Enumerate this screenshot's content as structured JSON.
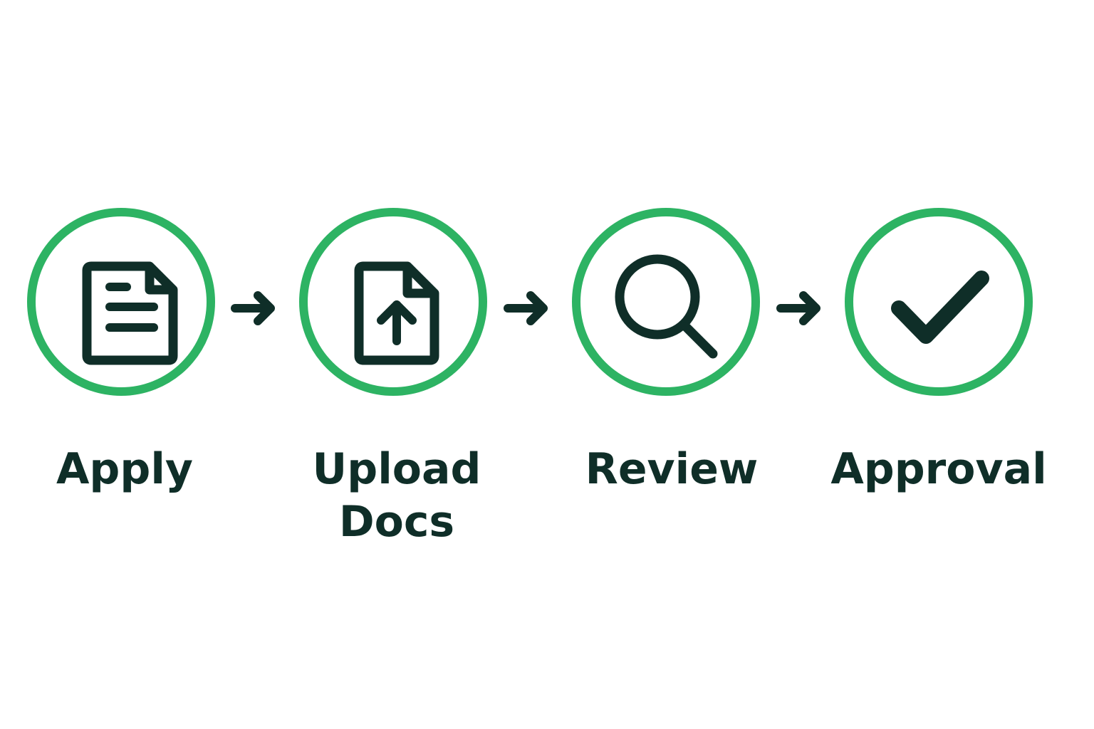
{
  "diagram": {
    "accent_color": "#2db363",
    "icon_color": "#0f2e28",
    "steps": [
      {
        "label": "Apply",
        "icon": "document-icon"
      },
      {
        "label": "Upload\nDocs",
        "icon": "upload-document-icon"
      },
      {
        "label": "Review",
        "icon": "magnifying-glass-icon"
      },
      {
        "label": "Approval",
        "icon": "checkmark-icon"
      }
    ],
    "connector_icon": "arrow-right-icon"
  }
}
